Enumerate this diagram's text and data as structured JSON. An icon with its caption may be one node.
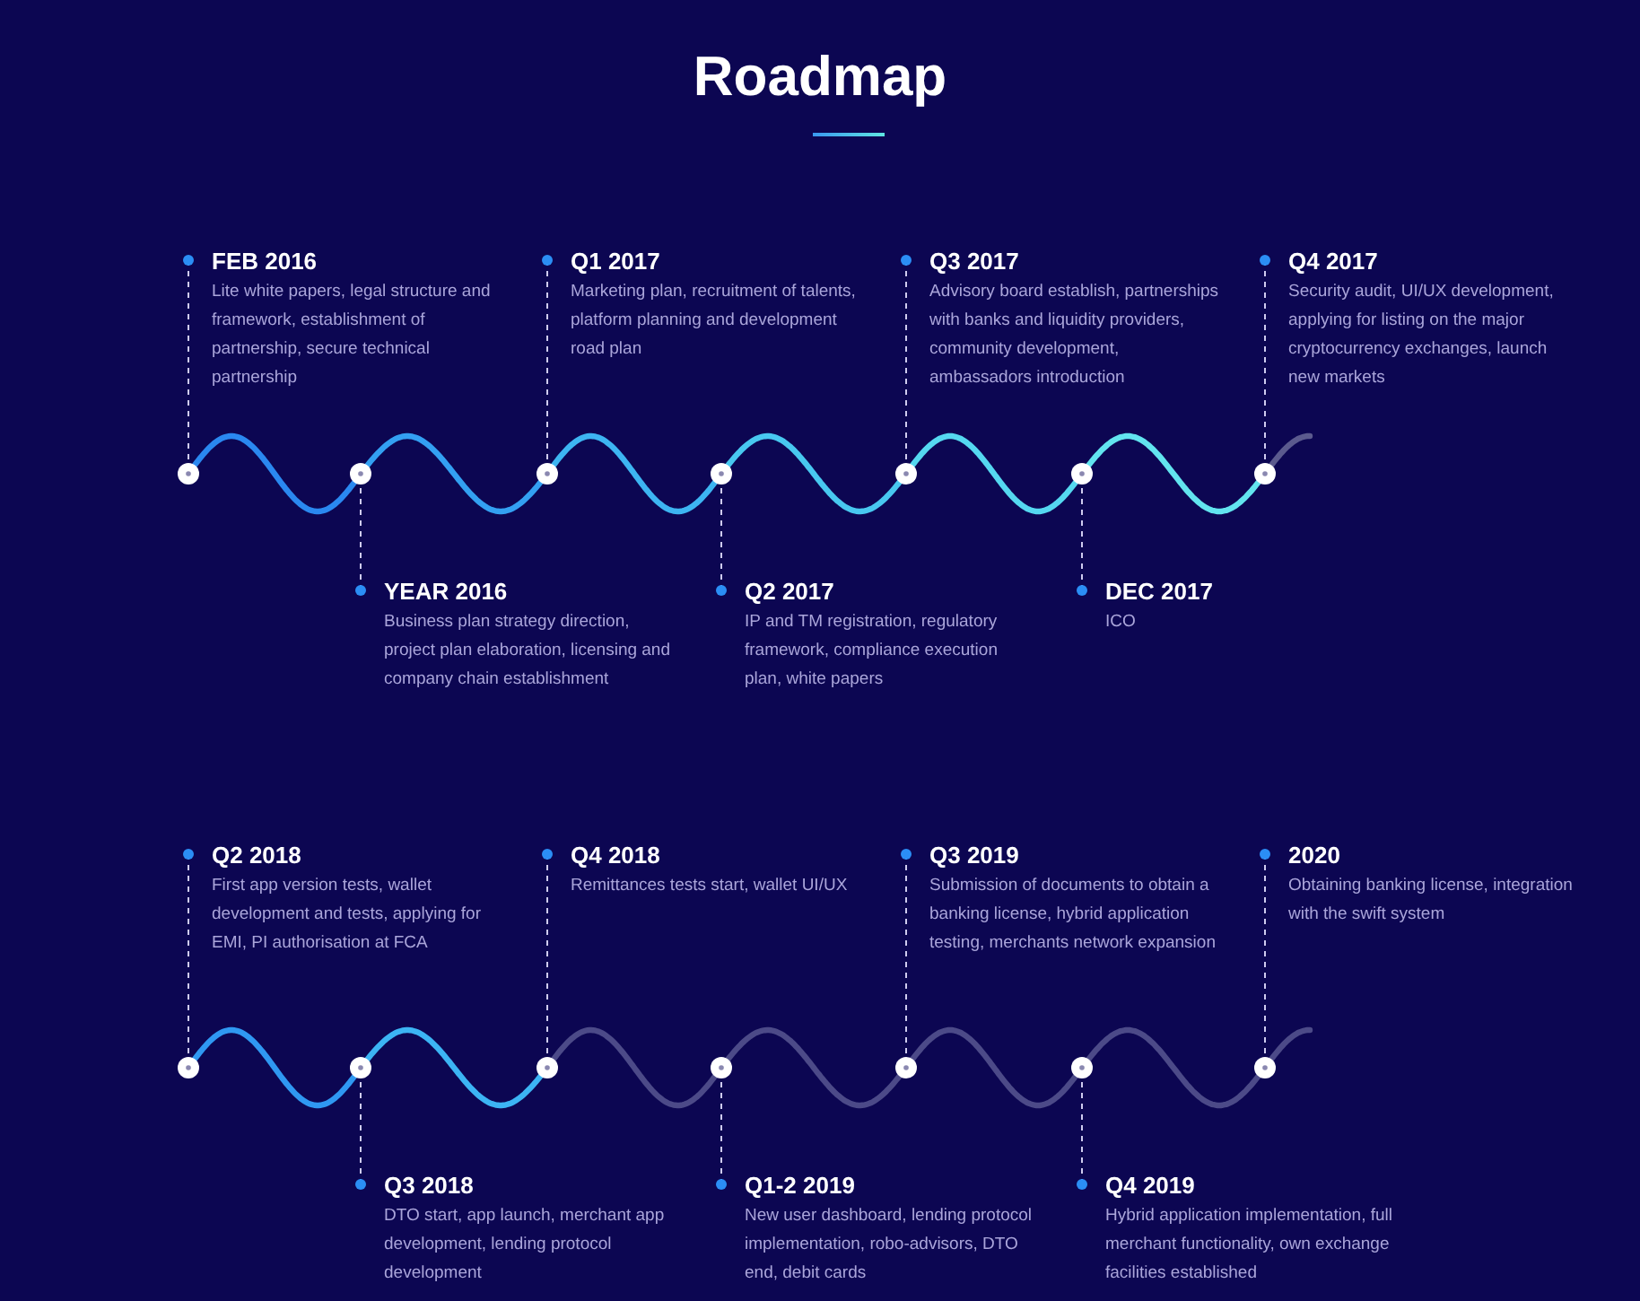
{
  "diagram": {
    "title": "Roadmap",
    "nodes": [
      {
        "text": [
          "FEB 2016",
          "Lite white papers, legal structure and framework, establishment of partnership, secure technical partnership"
        ]
      },
      {
        "text": [
          "Q1 2017",
          "Marketing plan, recruitment of talents, platform planning and development road plan"
        ]
      },
      {
        "text": [
          "Q3 2017",
          "Advisory board establish, partnerships with banks and liquidity providers, community development, ambassadors introduction"
        ]
      },
      {
        "text": [
          "Q4 2017",
          "Security audit, UI/UX development, applying for listing on the major cryptocurrency exchanges, launch new markets"
        ]
      },
      {
        "text": [],
        "shape": "circle"
      },
      {
        "text": [],
        "shape": "circle"
      },
      {
        "text": [],
        "shape": "circle"
      },
      {
        "text": [],
        "shape": "circle"
      },
      {
        "text": [],
        "shape": "circle"
      },
      {
        "text": [],
        "shape": "circle"
      },
      {
        "text": [],
        "shape": "circle"
      },
      {
        "text": [
          "YEAR 2016",
          "Business plan strategy direction, project plan elaboration, licensing and company chain establishment"
        ]
      },
      {
        "text": [
          "Q2 2017",
          "IP and TM registration, regulatory framework, compliance execution plan, white papers"
        ]
      },
      {
        "text": [
          "DEC 2017",
          "ICO"
        ]
      },
      {
        "text": [
          "Q2 2018",
          "First app version tests, wallet development and tests, applying for EMI, PI authorisation at FCA"
        ]
      },
      {
        "text": [
          "Q4 2018",
          "Remittances tests start, wallet UI/UX"
        ]
      },
      {
        "text": [
          "Q3 2019",
          "Submission of documents to obtain a banking license, hybrid application testing, merchants network expansion"
        ]
      },
      {
        "text": [
          "2020",
          "Obtaining banking license, integration with the swift system"
        ]
      },
      {
        "text": [],
        "shape": "circle"
      },
      {
        "text": [],
        "shape": "circle"
      },
      {
        "text": [],
        "shape": "circle"
      },
      {
        "text": [],
        "shape": "circle"
      },
      {
        "text": [],
        "shape": "circle"
      },
      {
        "text": [],
        "shape": "circle"
      },
      {
        "text": [],
        "shape": "circle"
      },
      {
        "text": [
          "Q3 2018",
          "DTO start, app launch, merchant app development, lending protocol development"
        ]
      },
      {
        "text": [
          "Q1-2 2019",
          "New user dashboard, lending protocol implementation, robo-advisors, DTO end, debit cards"
        ]
      },
      {
        "text": [
          "Q4 2019",
          "Hybrid application implementation, full merchant functionality, own exchange facilities established"
        ]
      }
    ],
    "edges": [
      {
        "from": 0,
        "to": 4,
        "arrow": "other",
        "style": "dashed"
      },
      {
        "from": 1,
        "to": 6,
        "arrow": "other",
        "style": "dashed"
      },
      {
        "from": 2,
        "to": 8,
        "arrow": "other",
        "style": "dashed"
      },
      {
        "from": 3,
        "to": 10,
        "arrow": "other",
        "style": "dashed"
      },
      {
        "from": 4,
        "to": 5,
        "arrow": "none",
        "style": "thick",
        "color": "#2a88f0"
      },
      {
        "from": 5,
        "to": 6,
        "arrow": "none",
        "style": "thick",
        "color": "#33a0f2"
      },
      {
        "from": 6,
        "to": 7,
        "arrow": "none",
        "style": "thick",
        "color": "#3db5f2"
      },
      {
        "from": 7,
        "to": 8,
        "arrow": "none",
        "style": "thick",
        "color": "#48c8f0"
      },
      {
        "from": 8,
        "to": 9,
        "arrow": "none",
        "style": "thick",
        "color": "#55d8f0"
      },
      {
        "from": 9,
        "to": 10,
        "arrow": "none",
        "style": "thick",
        "color": "#62e4ef"
      },
      {
        "from": 10,
        "to": null,
        "arrow": "none",
        "style": "thick",
        "color": "#5b5a8e"
      },
      {
        "from": 11,
        "to": 5,
        "arrow": "other",
        "style": "dashed"
      },
      {
        "from": 12,
        "to": 7,
        "arrow": "other",
        "style": "dashed"
      },
      {
        "from": 13,
        "to": 9,
        "arrow": "other",
        "style": "dashed"
      },
      {
        "from": 14,
        "to": 18,
        "arrow": "other",
        "style": "dashed"
      },
      {
        "from": 15,
        "to": 20,
        "arrow": "other",
        "style": "dashed"
      },
      {
        "from": 16,
        "to": 22,
        "arrow": "other",
        "style": "dashed"
      },
      {
        "from": 17,
        "to": 24,
        "arrow": "other",
        "style": "dashed"
      },
      {
        "from": 18,
        "to": 19,
        "arrow": "none",
        "style": "thick",
        "color": "#2f98f2"
      },
      {
        "from": 19,
        "to": 20,
        "arrow": "none",
        "style": "thick",
        "color": "#3cb4f4"
      },
      {
        "from": 20,
        "to": 21,
        "arrow": "none",
        "style": "thick",
        "color": "#4c4a88"
      },
      {
        "from": 21,
        "to": 22,
        "arrow": "none",
        "style": "thick",
        "color": "#4c4a88"
      },
      {
        "from": 22,
        "to": 23,
        "arrow": "none",
        "style": "thick",
        "color": "#4c4a88"
      },
      {
        "from": 23,
        "to": 24,
        "arrow": "none",
        "style": "thick",
        "color": "#4c4a88"
      },
      {
        "from": 24,
        "to": null,
        "arrow": "none",
        "style": "thick",
        "color": "#4c4a88"
      },
      {
        "from": 25,
        "to": 19,
        "arrow": "other",
        "style": "dashed"
      },
      {
        "from": 26,
        "to": 21,
        "arrow": "other",
        "style": "dashed"
      },
      {
        "from": 27,
        "to": 23,
        "arrow": "other",
        "style": "dashed"
      }
    ]
  }
}
